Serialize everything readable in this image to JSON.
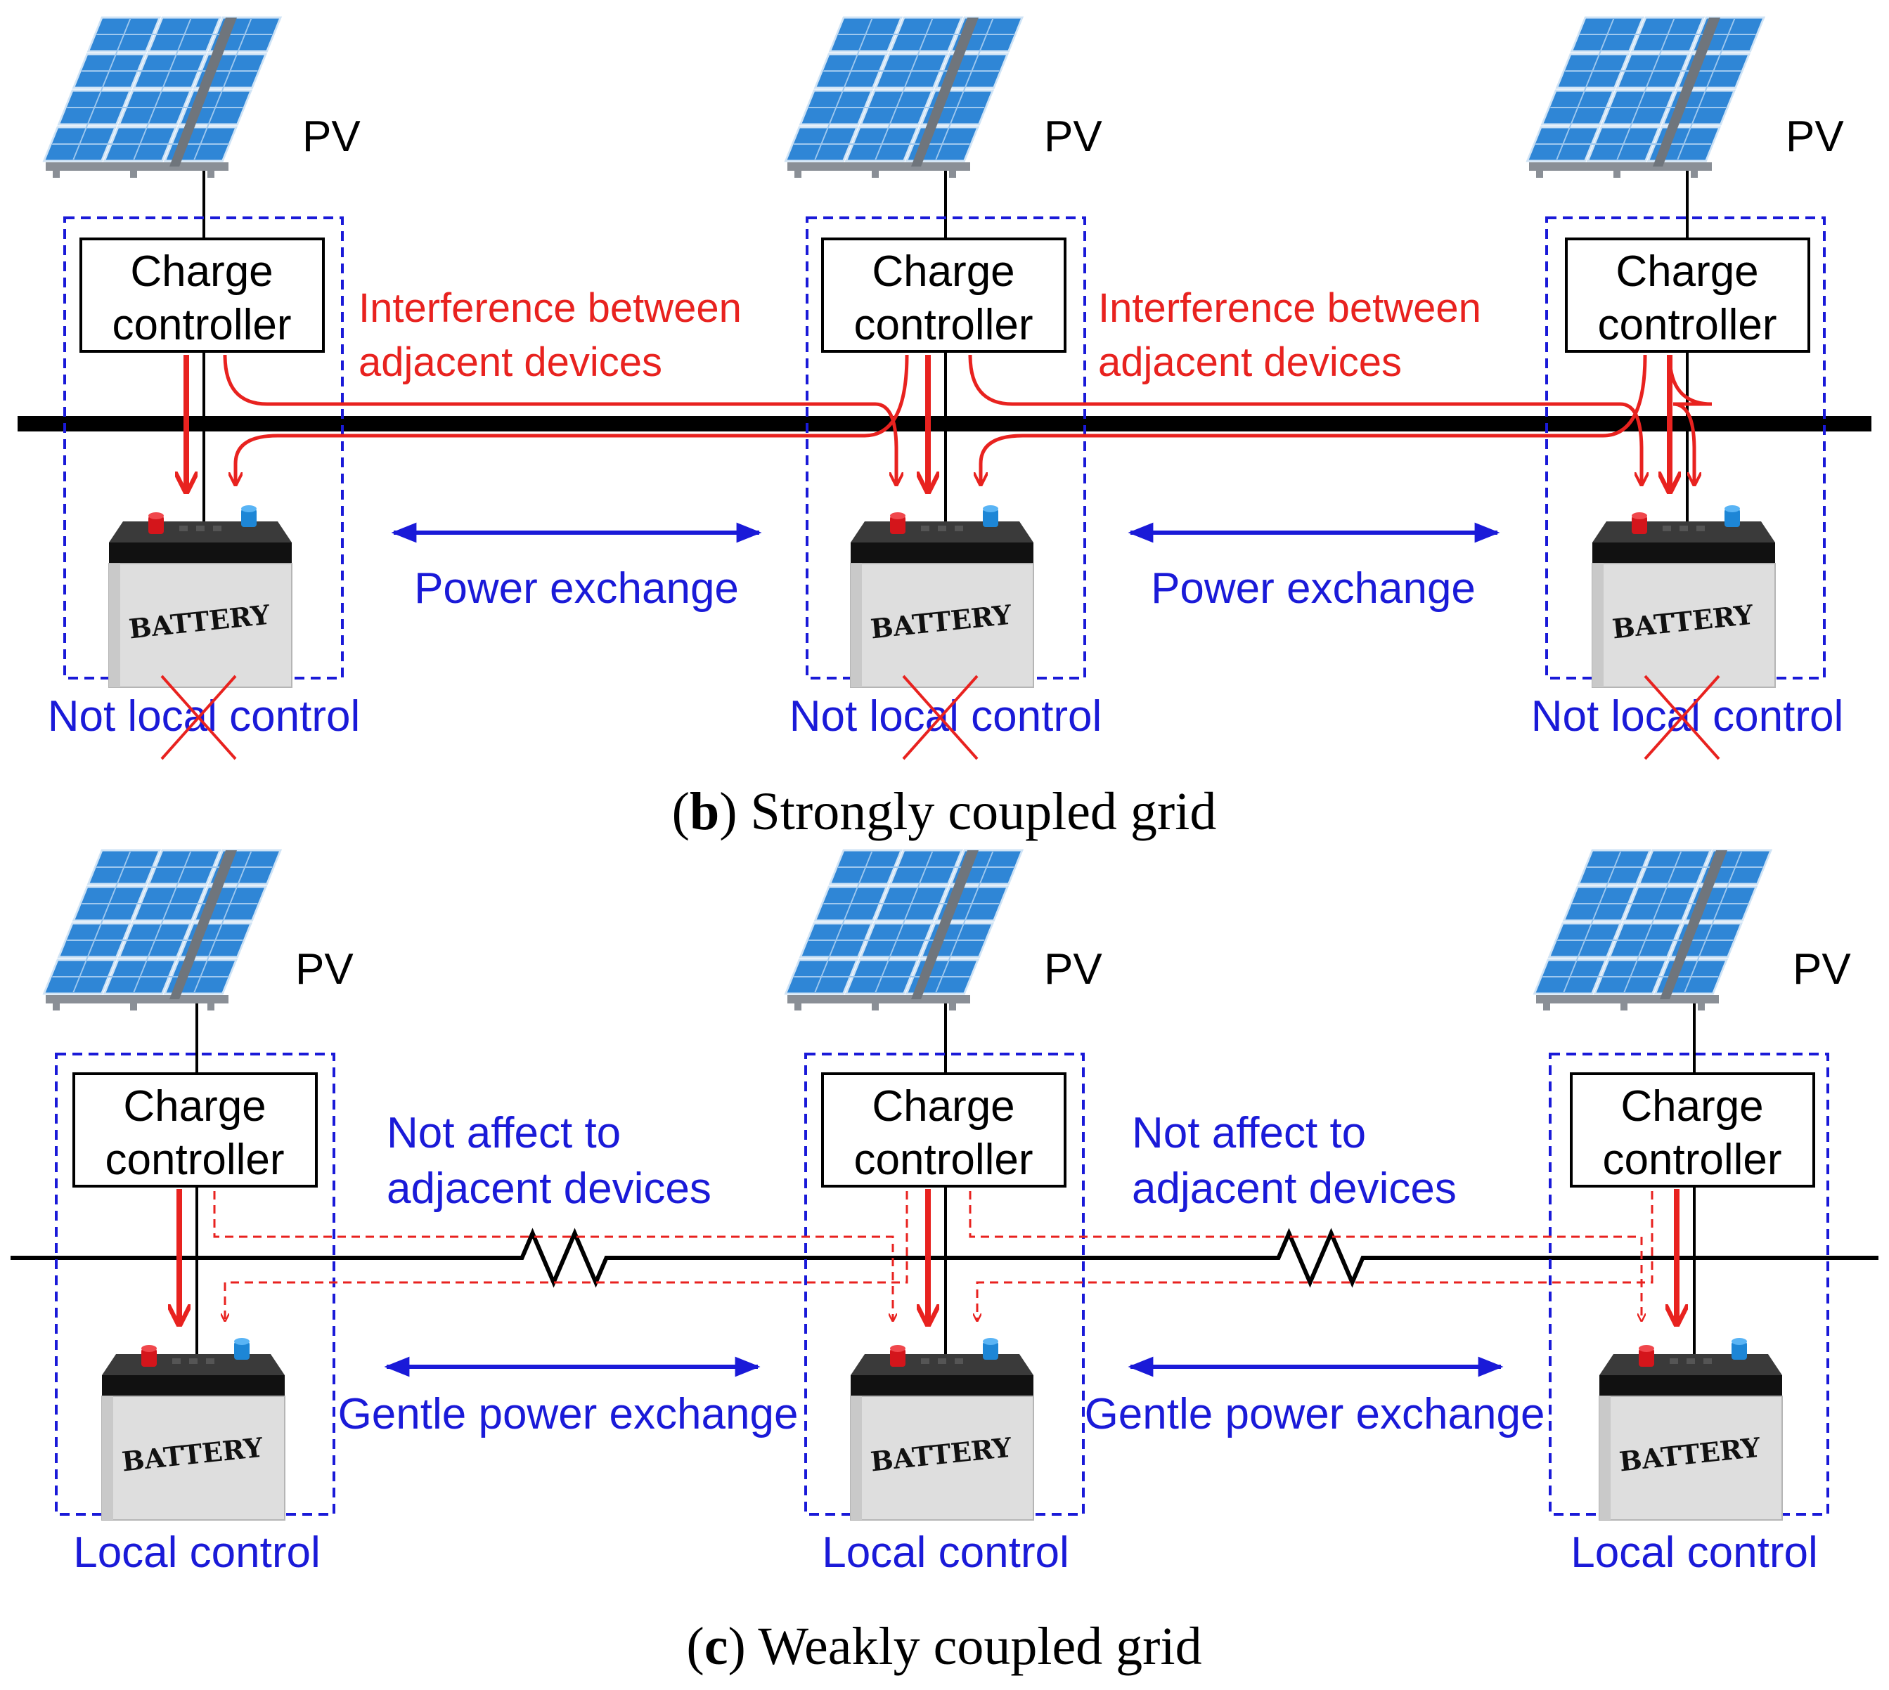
{
  "colors": {
    "red": "#e8221f",
    "blue": "#1a1ad8",
    "panel": "#2f86d6",
    "box_border": "#1a1ad8"
  },
  "units": {
    "pv_label": "PV",
    "controller_line1": "Charge",
    "controller_line2": "controller",
    "battery_label": "BATTERY"
  },
  "panel_b": {
    "caption_letter": "b",
    "caption_text": "Strongly coupled grid",
    "interference_line1": "Interference between",
    "interference_line2": "adjacent devices",
    "exchange_label": "Power exchange",
    "control_label": "Not local control"
  },
  "panel_c": {
    "caption_letter": "c",
    "caption_text": "Weakly coupled grid",
    "no_affect_line1": "Not affect to",
    "no_affect_line2": "adjacent devices",
    "exchange_label": "Gentle power exchange",
    "control_label": "Local control"
  }
}
